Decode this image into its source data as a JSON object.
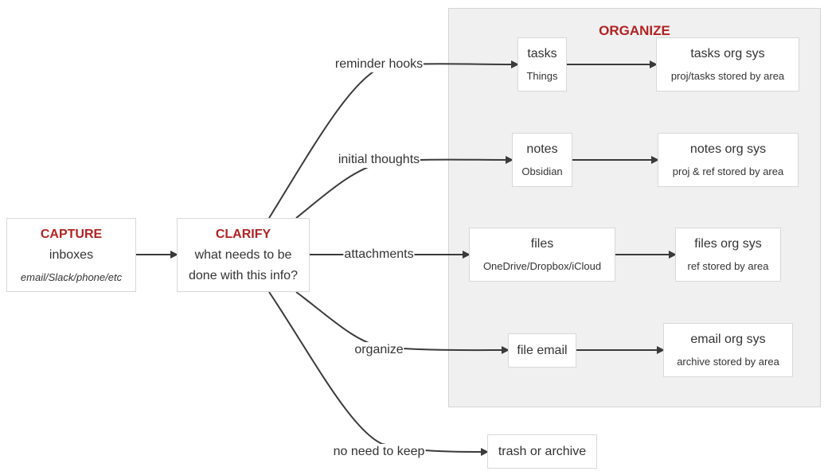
{
  "organize": {
    "title": "ORGANIZE"
  },
  "capture": {
    "title": "CAPTURE",
    "label": "inboxes",
    "sub": "email/Slack/phone/etc"
  },
  "clarify": {
    "title": "CLARIFY",
    "line1": "what needs to be",
    "line2": "done with this info?"
  },
  "tasks": {
    "label": "tasks",
    "sub": "Things"
  },
  "tasks_sys": {
    "label": "tasks org sys",
    "sub": "proj/tasks stored by area"
  },
  "notes": {
    "label": "notes",
    "sub": "Obsidian"
  },
  "notes_sys": {
    "label": "notes org sys",
    "sub": "proj & ref stored by area"
  },
  "files": {
    "label": "files",
    "sub": "OneDrive/Dropbox/iCloud"
  },
  "files_sys": {
    "label": "files org sys",
    "sub": "ref stored by area"
  },
  "file_email": {
    "label": "file email"
  },
  "email_sys": {
    "label": "email org sys",
    "sub": "archive stored by area"
  },
  "trash": {
    "label": "trash or archive"
  },
  "edges": {
    "reminder_hooks": "reminder hooks",
    "initial_thoughts": "initial thoughts",
    "attachments": "attachments",
    "organize": "organize",
    "no_need": "no need to keep"
  },
  "colors": {
    "accent": "#b22222",
    "group_bg": "#f0f0f0",
    "line": "#3a3a3a"
  }
}
